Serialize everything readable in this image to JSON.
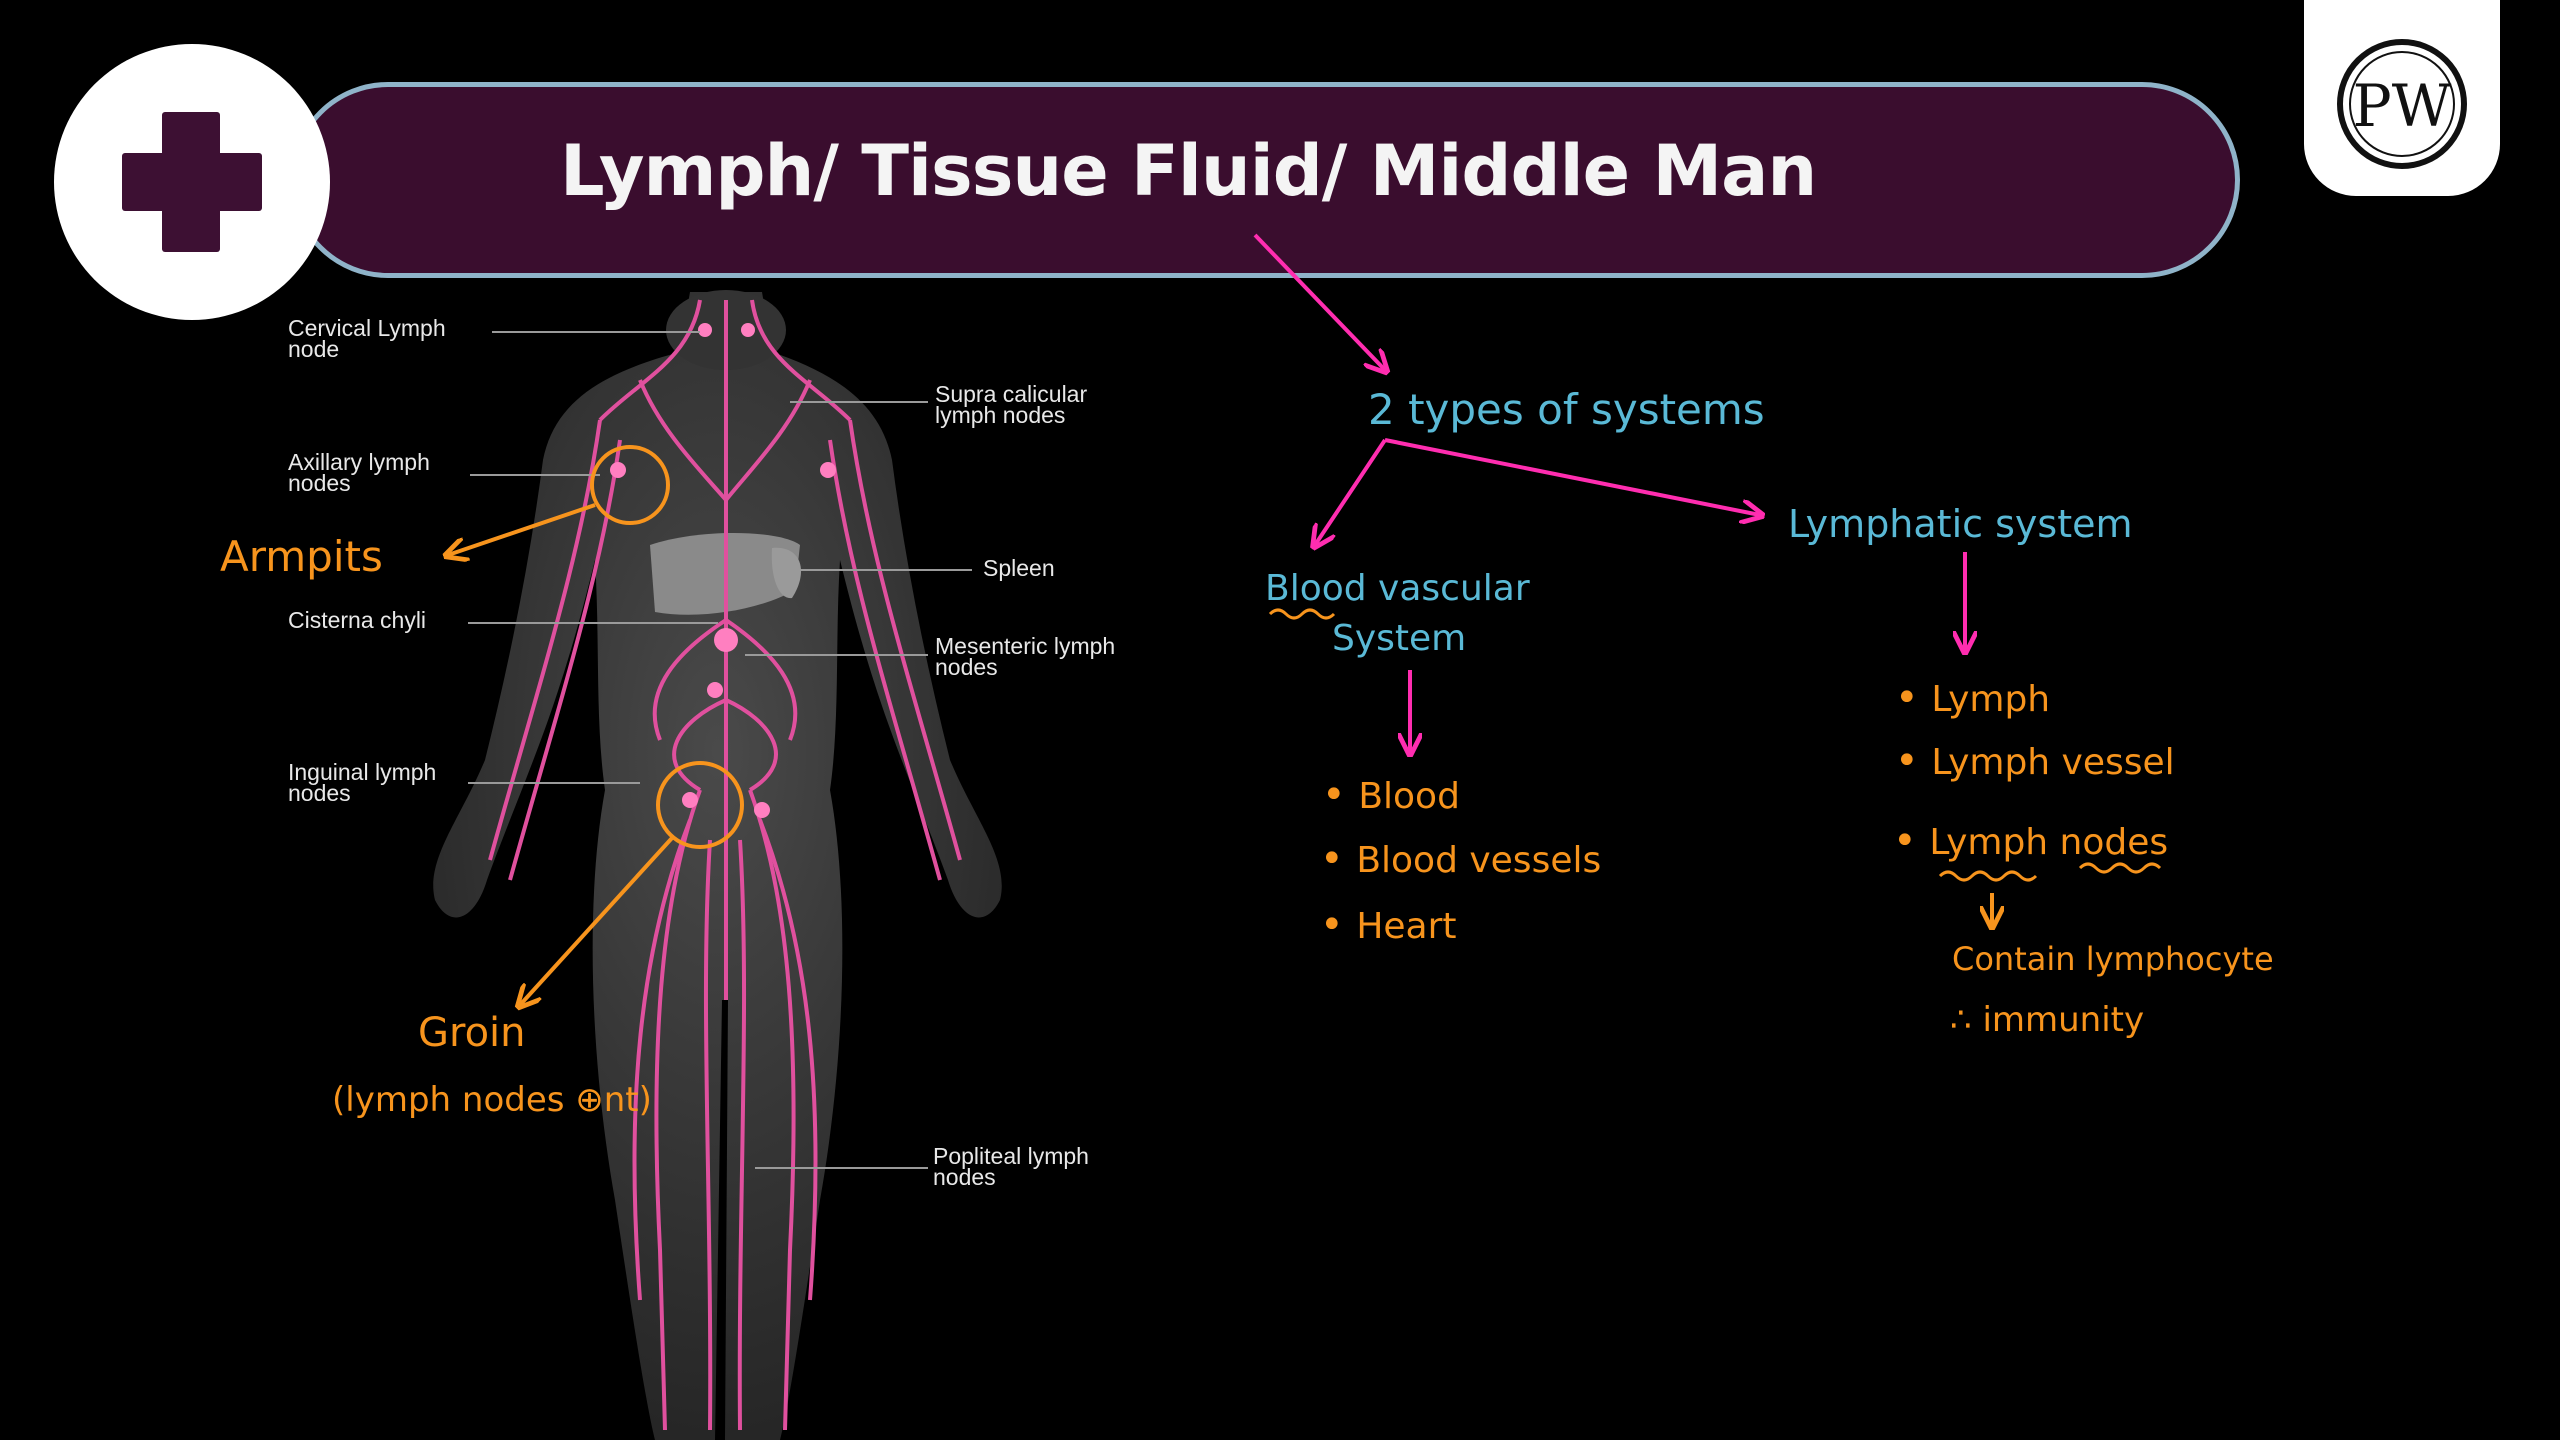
{
  "header": {
    "title": "Lymph/ Tissue Fluid/ Middle Man"
  },
  "icons": {
    "left_badge": "medical-plus-icon",
    "logo": "pw-logo-icon"
  },
  "logo_text": "PW",
  "colors": {
    "banner": "#3a0d2e",
    "banner_border": "#8fb3c9",
    "lymph": "#e0509e",
    "annotation_orange": "#f7941d",
    "annotation_blue": "#5ab9d6",
    "arrow_pink": "#ff2db0"
  },
  "body_labels": {
    "cervical": "Cervical Lymph\nnode",
    "axillary": "Axillary lymph\nnodes",
    "cisterna": "Cisterna chyli",
    "inguinal": "Inguinal lymph\nnodes",
    "supra": "Supra calicular\nlymph nodes",
    "spleen": "Spleen",
    "mesenteric": "Mesenteric lymph\nnodes",
    "popliteal": "Popliteal lymph\nnodes"
  },
  "annotations": {
    "armpits": "Armpits",
    "groin": "Groin",
    "groin_note": "(lymph nodes ⊕nt)",
    "types": "2 types of systems",
    "blood_system_line1": "Blood vascular",
    "blood_system_line2": "System",
    "lymphatic_system": "Lymphatic system",
    "blood_items": [
      "Blood",
      "Blood vessels",
      "Heart"
    ],
    "lymph_items": [
      "Lymph",
      "Lymph vessel",
      "Lymph nodes"
    ],
    "contain": "Contain lymphocyte",
    "immunity": "∴ immunity"
  }
}
